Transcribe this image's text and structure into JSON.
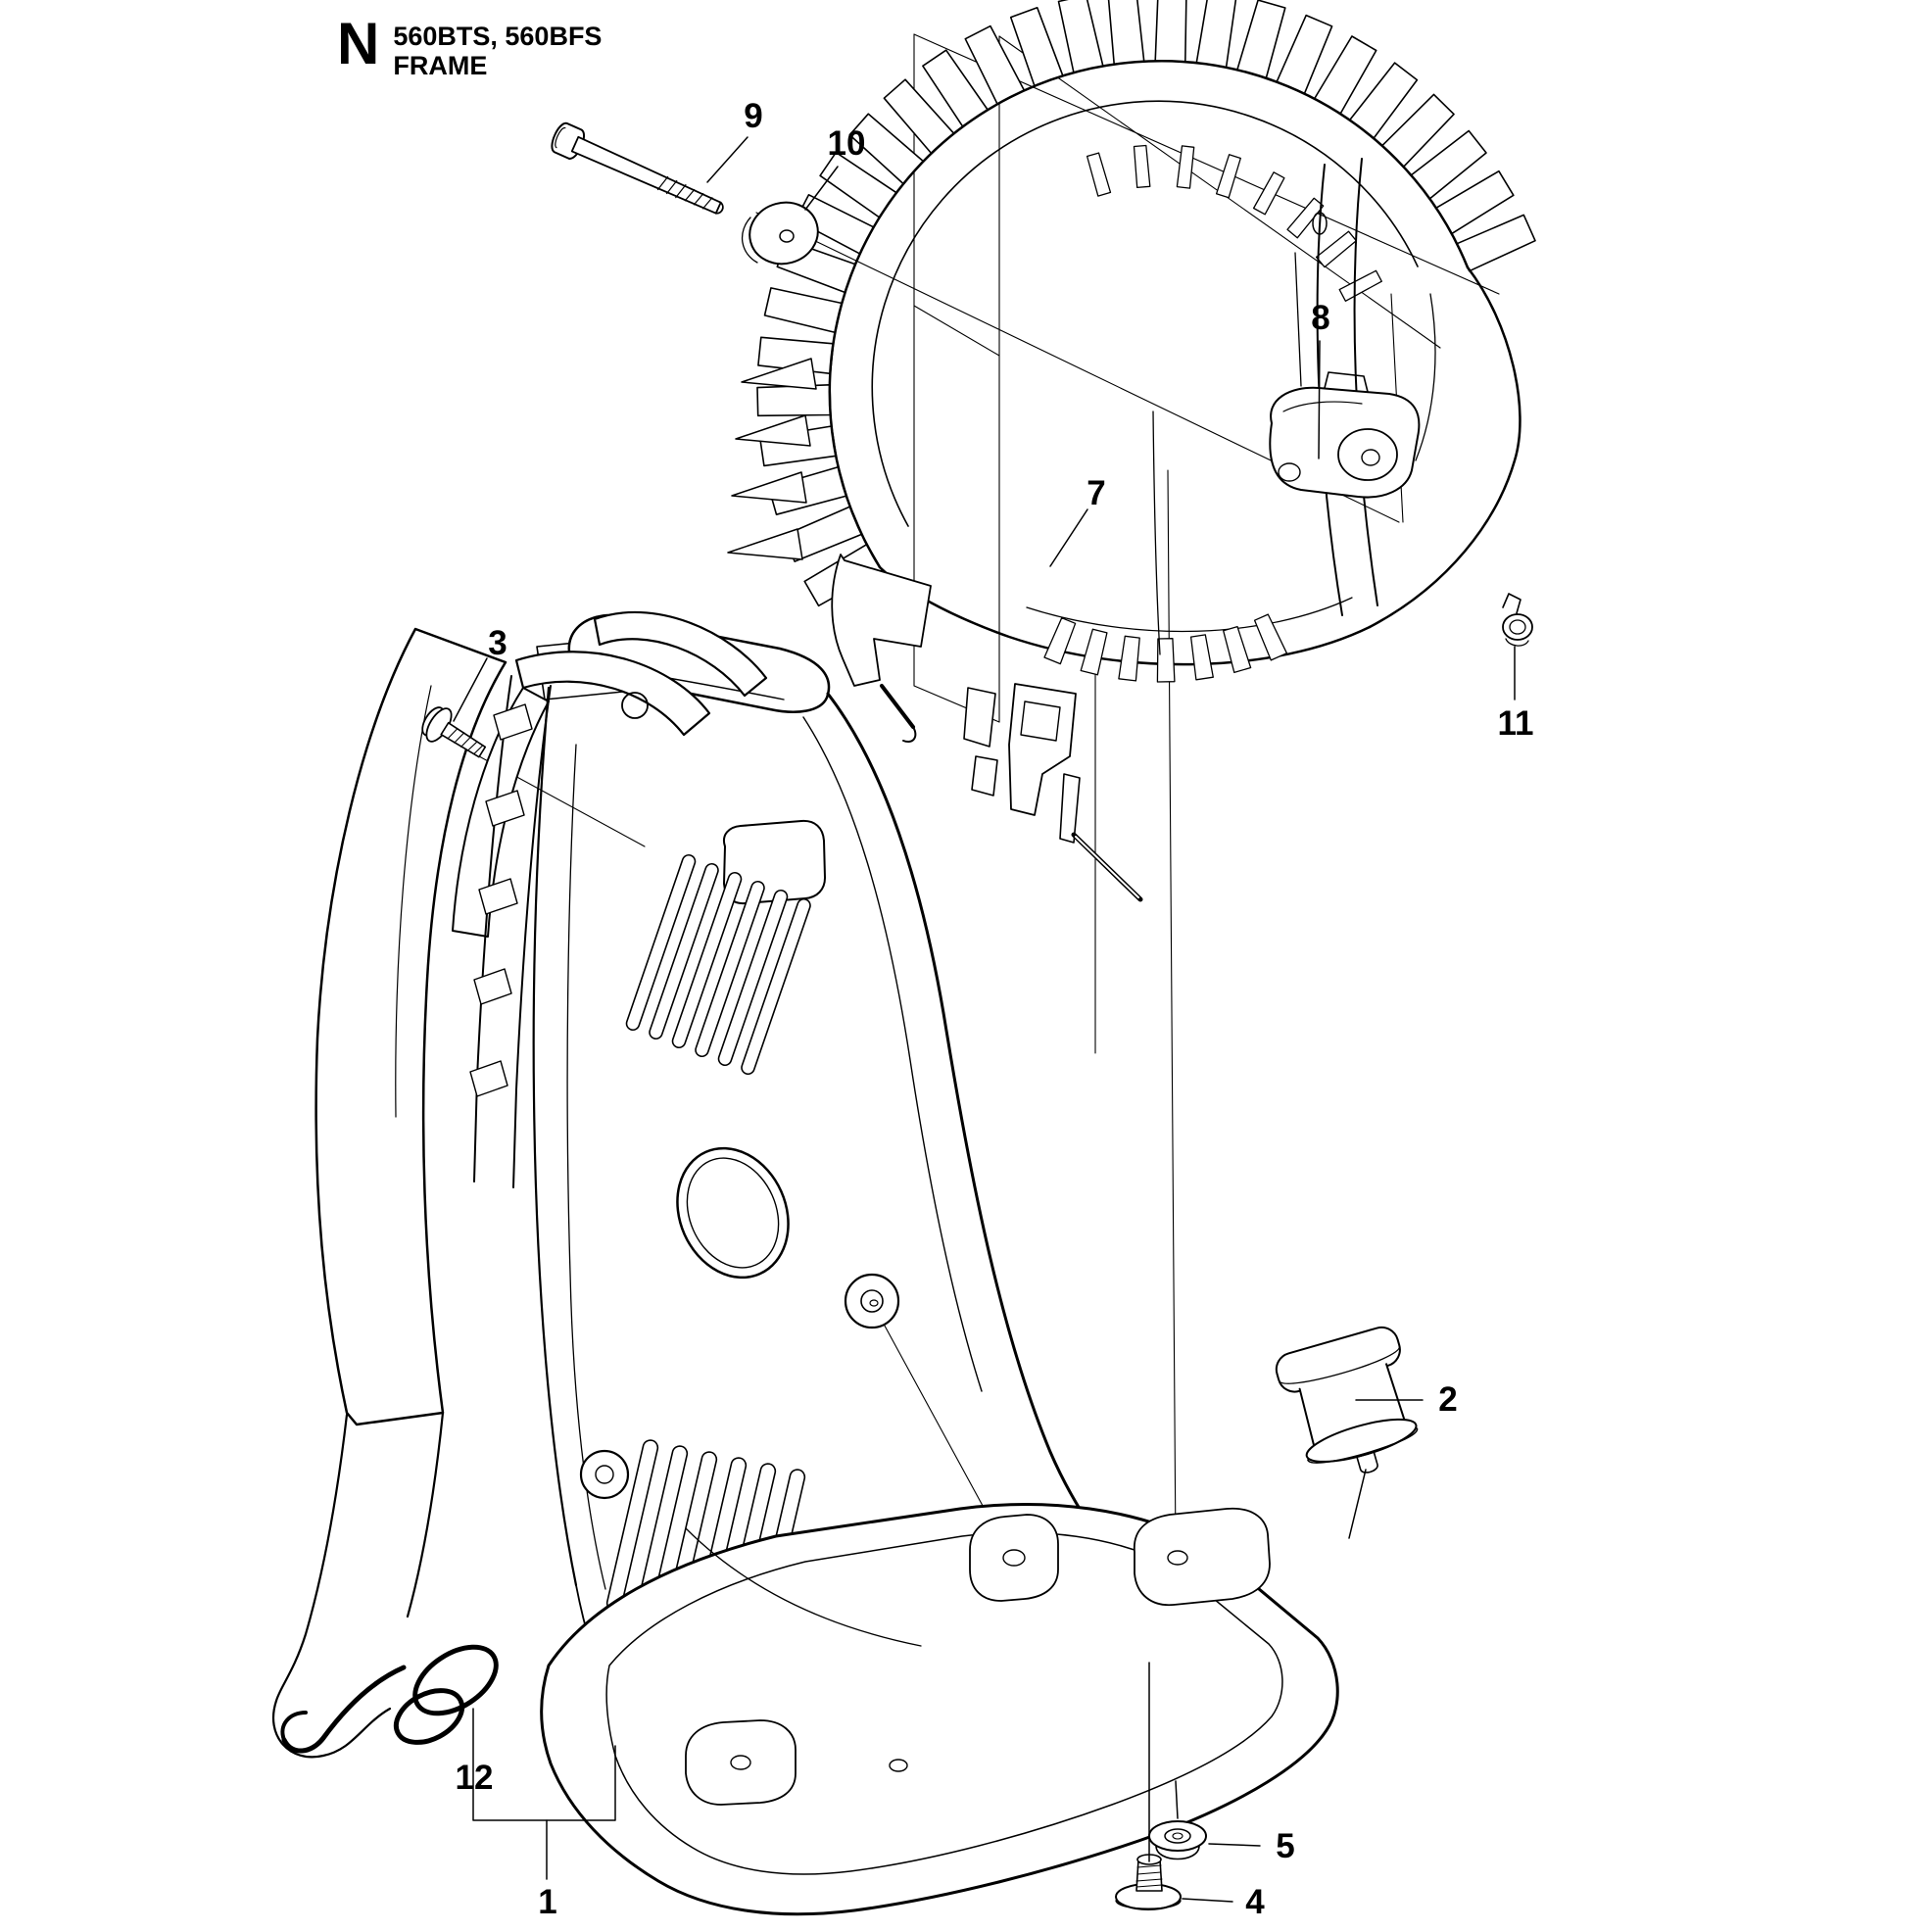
{
  "header": {
    "section_letter": "N",
    "models": "560BTS, 560BFS",
    "sheet_title": "FRAME"
  },
  "callouts": {
    "c1": {
      "label": "1"
    },
    "c2": {
      "label": "2"
    },
    "c3": {
      "label": "3"
    },
    "c4": {
      "label": "4"
    },
    "c5": {
      "label": "5"
    },
    "c7": {
      "label": "7"
    },
    "c8": {
      "label": "8"
    },
    "c9": {
      "label": "9"
    },
    "c10": {
      "label": "10"
    },
    "c11": {
      "label": "11"
    },
    "c12": {
      "label": "12"
    }
  },
  "colors": {
    "line": "#000000",
    "background": "#ffffff"
  }
}
